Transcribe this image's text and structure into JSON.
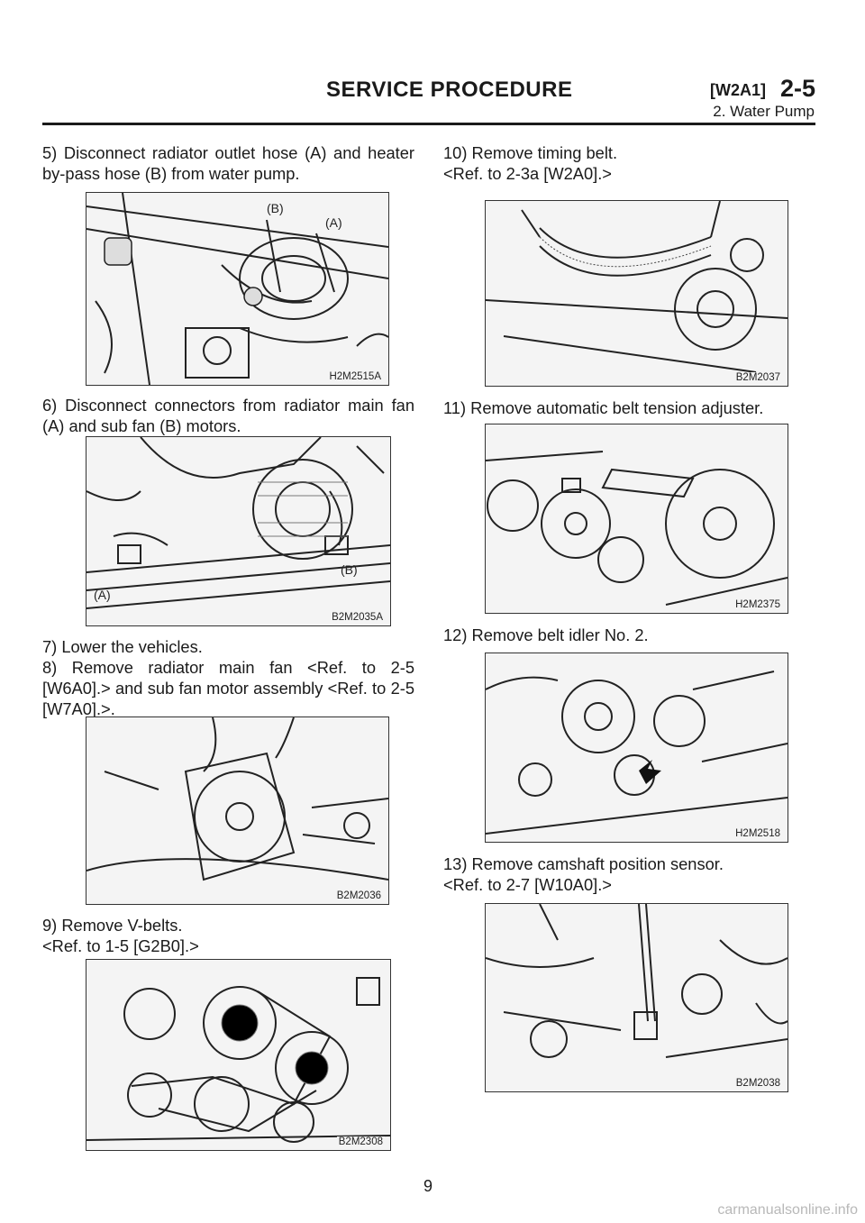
{
  "header": {
    "title": "SERVICE PROCEDURE",
    "code": "[W2A1]",
    "section": "2-5",
    "subtitle": "2. Water Pump"
  },
  "left_column": {
    "step5": [
      "5) Disconnect radiator outlet hose (A) and heater",
      "by-pass hose (B) from water pump."
    ],
    "fig1": {
      "caption": "H2M2515A",
      "label_a": "(A)",
      "label_b": "(B)"
    },
    "step6": [
      "6) Disconnect connectors from radiator main fan",
      "(A) and sub fan (B) motors."
    ],
    "fig2": {
      "caption": "B2M2035A",
      "label_a": "(A)",
      "label_b": "(B)"
    },
    "step7_8": [
      "7) Lower the vehicles.",
      "8) Remove radiator main fan <Ref. to 2-5",
      "[W6A0].> and sub fan motor assembly <Ref. to 2-5",
      "[W7A0].>."
    ],
    "fig3": {
      "caption": "B2M2036"
    },
    "step9": [
      "9) Remove V-belts.",
      "<Ref. to 1-5 [G2B0].>"
    ],
    "fig4": {
      "caption": "B2M2308"
    }
  },
  "right_column": {
    "step10": [
      "10) Remove timing belt.",
      "<Ref. to 2-3a [W2A0].>"
    ],
    "fig5": {
      "caption": "B2M2037"
    },
    "step11": [
      "11) Remove automatic belt tension adjuster."
    ],
    "fig6": {
      "caption": "H2M2375"
    },
    "step12": [
      "12) Remove belt idler No. 2."
    ],
    "fig7": {
      "caption": "H2M2518"
    },
    "step13": [
      "13) Remove camshaft position sensor.",
      "<Ref. to 2-7 [W10A0].>"
    ],
    "fig8": {
      "caption": "B2M2038"
    }
  },
  "footer": {
    "page_number": "9",
    "watermark": "carmanualsonline.info"
  }
}
